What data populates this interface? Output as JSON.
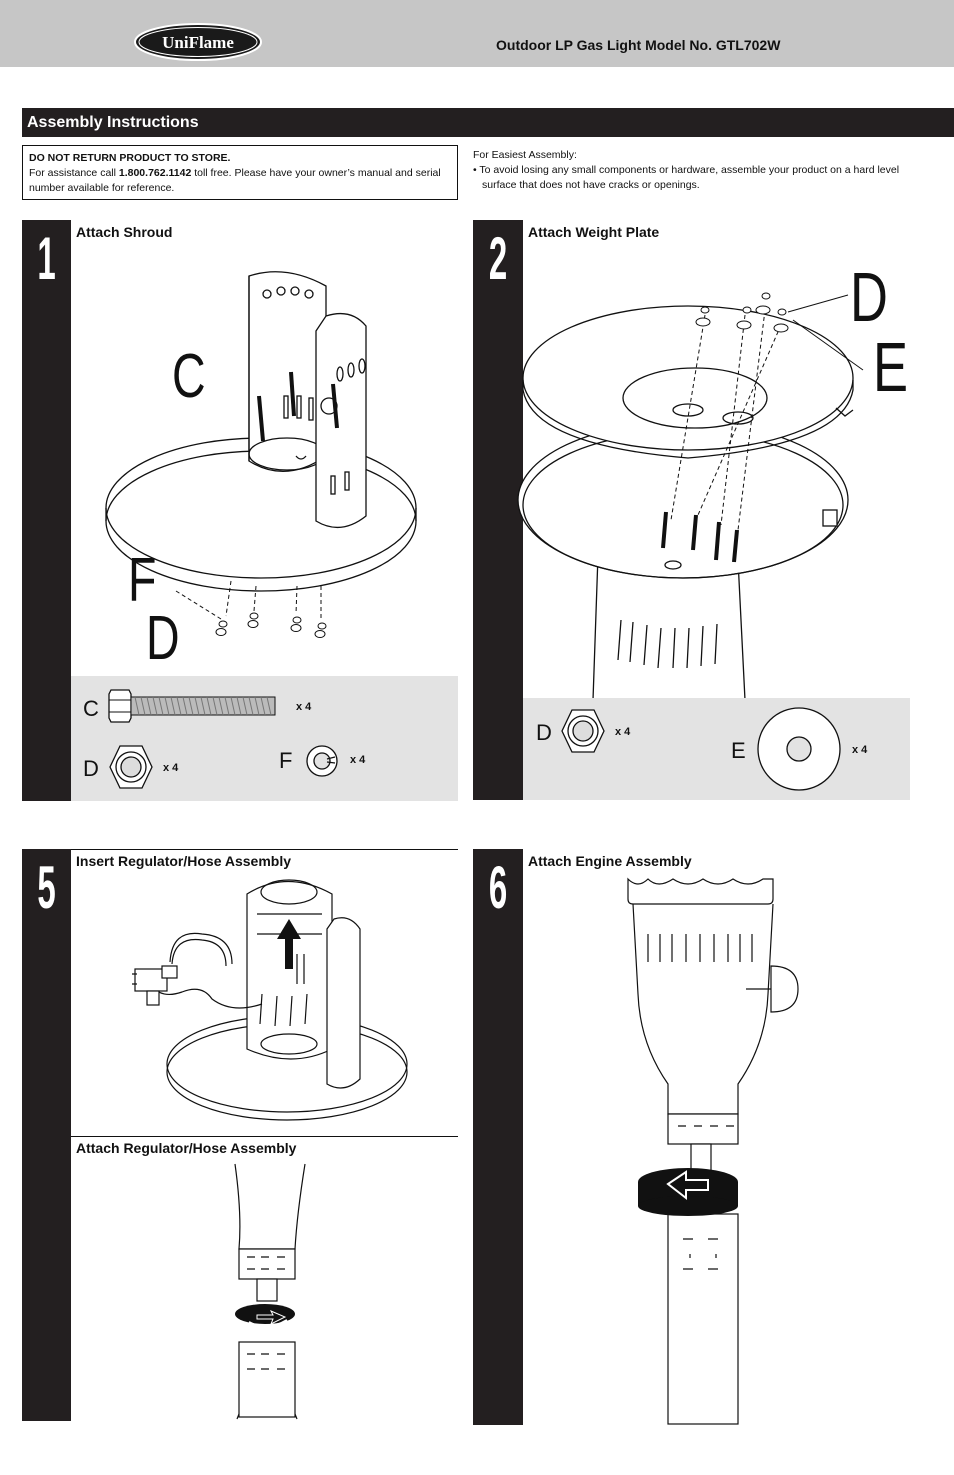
{
  "header": {
    "brand": "UniFlame",
    "model_title": "Outdoor LP Gas Light Model No. GTL702W"
  },
  "section": {
    "title": "Assembly Instructions"
  },
  "notice": {
    "heading": "DO NOT RETURN PRODUCT TO STORE.",
    "text_before": "For assistance call ",
    "phone": "1.800.762.1142",
    "text_after": " toll free. Please have your owner’s manual and serial number available for reference."
  },
  "easiest": {
    "heading": "For Easiest Assembly:",
    "bullet": "• To avoid losing any small components or hardware, assemble your product on a hard level surface that does not have cracks or openings."
  },
  "steps": [
    {
      "number": "1",
      "title": "Attach Shroud",
      "callouts": [
        "C",
        "F",
        "D"
      ],
      "parts": [
        {
          "letter": "C",
          "qty": "x 4",
          "icon": "bolt-icon"
        },
        {
          "letter": "D",
          "qty": "x 4",
          "icon": "hex-nut-icon"
        },
        {
          "letter": "F",
          "qty": "x 4",
          "icon": "lock-washer-icon"
        }
      ]
    },
    {
      "number": "2",
      "title": "Attach Weight Plate",
      "callouts": [
        "D",
        "E"
      ],
      "parts": [
        {
          "letter": "D",
          "qty": "x 4",
          "icon": "hex-nut-icon"
        },
        {
          "letter": "E",
          "qty": "x 4",
          "icon": "flat-washer-icon"
        }
      ]
    },
    {
      "number": "5",
      "title": "Insert Regulator/Hose Assembly",
      "subtitle": "Attach Regulator/Hose Assembly"
    },
    {
      "number": "6",
      "title": "Attach Engine Assembly"
    }
  ]
}
